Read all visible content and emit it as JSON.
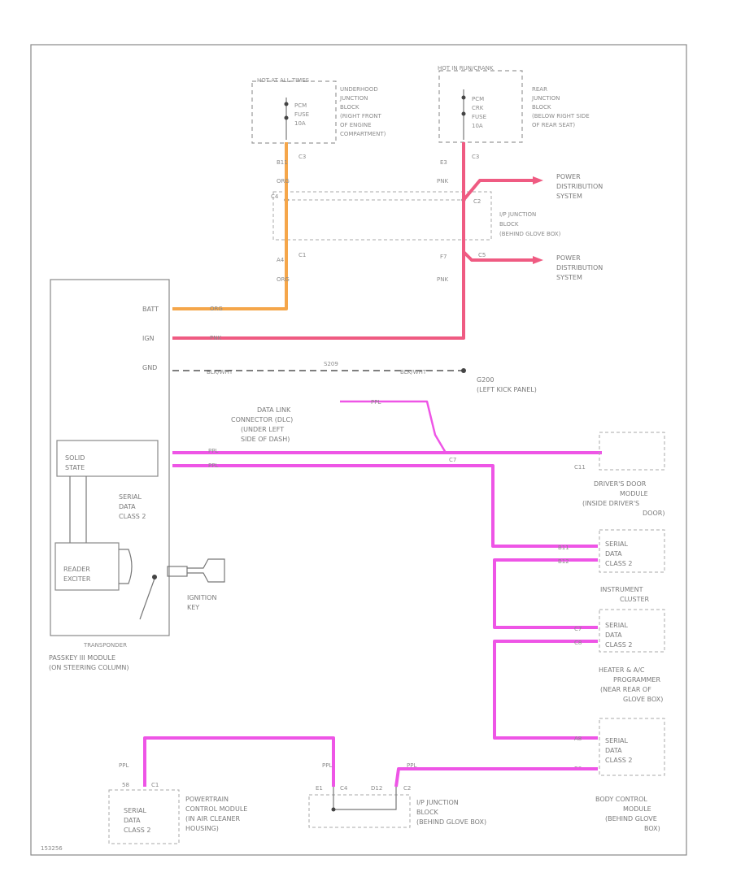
{
  "fuse_blocks": {
    "hot_at_all_times": "HOT AT ALL TIMES",
    "fuse1": [
      "PCM",
      "FUSE",
      "10A"
    ],
    "underhood_block": [
      "UNDERHOOD",
      "JUNCTION",
      "BLOCK",
      "(RIGHT FRONT",
      "OF ENGINE",
      "COMPARTMENT)"
    ],
    "hot_run_crank": "HOT IN RUN/CRANK",
    "fuse2": [
      "PCM",
      "CRK",
      "FUSE",
      "10A"
    ],
    "rear_block": [
      "REAR",
      "JUNCTION",
      "BLOCK",
      "(BELOW RIGHT SIDE",
      "OF REAR SEAT)"
    ]
  },
  "pins": {
    "b11": "B11",
    "c3a": "C3",
    "org1": "ORG",
    "e3": "E3",
    "c3b": "C3",
    "pnk1": "PNK",
    "c4": "C4",
    "a4": "A4",
    "c1": "C1",
    "org2": "ORG",
    "c2": "C2",
    "f7": "F7",
    "pnk2": "PNK",
    "c5": "C5"
  },
  "ip_block_top": [
    "I/P JUNCTION",
    "BLOCK",
    "(BEHIND GLOVE BOX)"
  ],
  "power_dist": [
    "POWER",
    "DISTRIBUTION",
    "SYSTEM"
  ],
  "passkey": {
    "pins": [
      "BATT",
      "IGN",
      "GND"
    ],
    "wire_labels": [
      "ORG",
      "PNK",
      "BLK/WHT"
    ],
    "solid_state": [
      "SOLID",
      "STATE"
    ],
    "serial": [
      "SERIAL",
      "DATA",
      "CLASS 2"
    ],
    "reader": [
      "READER",
      "EXCITER"
    ],
    "transponder": "TRANSPONDER",
    "name": [
      "PASSKEY III MODULE",
      "(ON STEERING COLUMN)"
    ],
    "ignition_key": [
      "IGNITION",
      "KEY"
    ]
  },
  "ground": {
    "splice": "S209",
    "wire": "BLK/WHT",
    "name": "G200",
    "location": "(LEFT KICK PANEL)"
  },
  "dlc": {
    "wire": "PPL",
    "name": [
      "DATA LINK",
      "CONNECTOR (DLC)",
      "(UNDER LEFT",
      "SIDE OF DASH)"
    ]
  },
  "serial_wires": {
    "ppl": "PPL",
    "pin": "C7"
  },
  "right_modules": {
    "driver_door_pin": "C11",
    "driver_door": [
      "DRIVER'S DOOR",
      "MODULE",
      "(INSIDE DRIVER'S",
      "DOOR)"
    ],
    "serial_data": [
      "SERIAL",
      "DATA",
      "CLASS 2"
    ],
    "ipc": [
      "INSTRUMENT",
      "CLUSTER"
    ],
    "hvac": [
      "HEATER & A/C",
      "PROGRAMMER",
      "(NEAR REAR OF",
      "GLOVE BOX)"
    ],
    "bcm": [
      "BODY CONTROL",
      "MODULE",
      "(BEHIND GLOVE",
      "BOX)"
    ],
    "pin_ipc_a": "B11",
    "pin_ipc_b": "B12",
    "pin_hvac_a": "C7",
    "pin_hvac_b": "C8",
    "pin_bcm": "A8",
    "pin_bcm2": "B8"
  },
  "bottom": {
    "ppl": "PPL",
    "pin58": "58",
    "c1": "C1",
    "pcm_serial": [
      "SERIAL",
      "DATA",
      "CLASS 2"
    ],
    "pcm_name": [
      "POWERTRAIN",
      "CONTROL MODULE",
      "(IN AIR CLEANER",
      "HOUSING)"
    ],
    "e1": "E1",
    "c4": "C4",
    "d12": "D12",
    "c2": "C2",
    "ip_block": [
      "I/P JUNCTION",
      "BLOCK",
      "(BEHIND GLOVE BOX)"
    ]
  },
  "figure_id": "153256"
}
